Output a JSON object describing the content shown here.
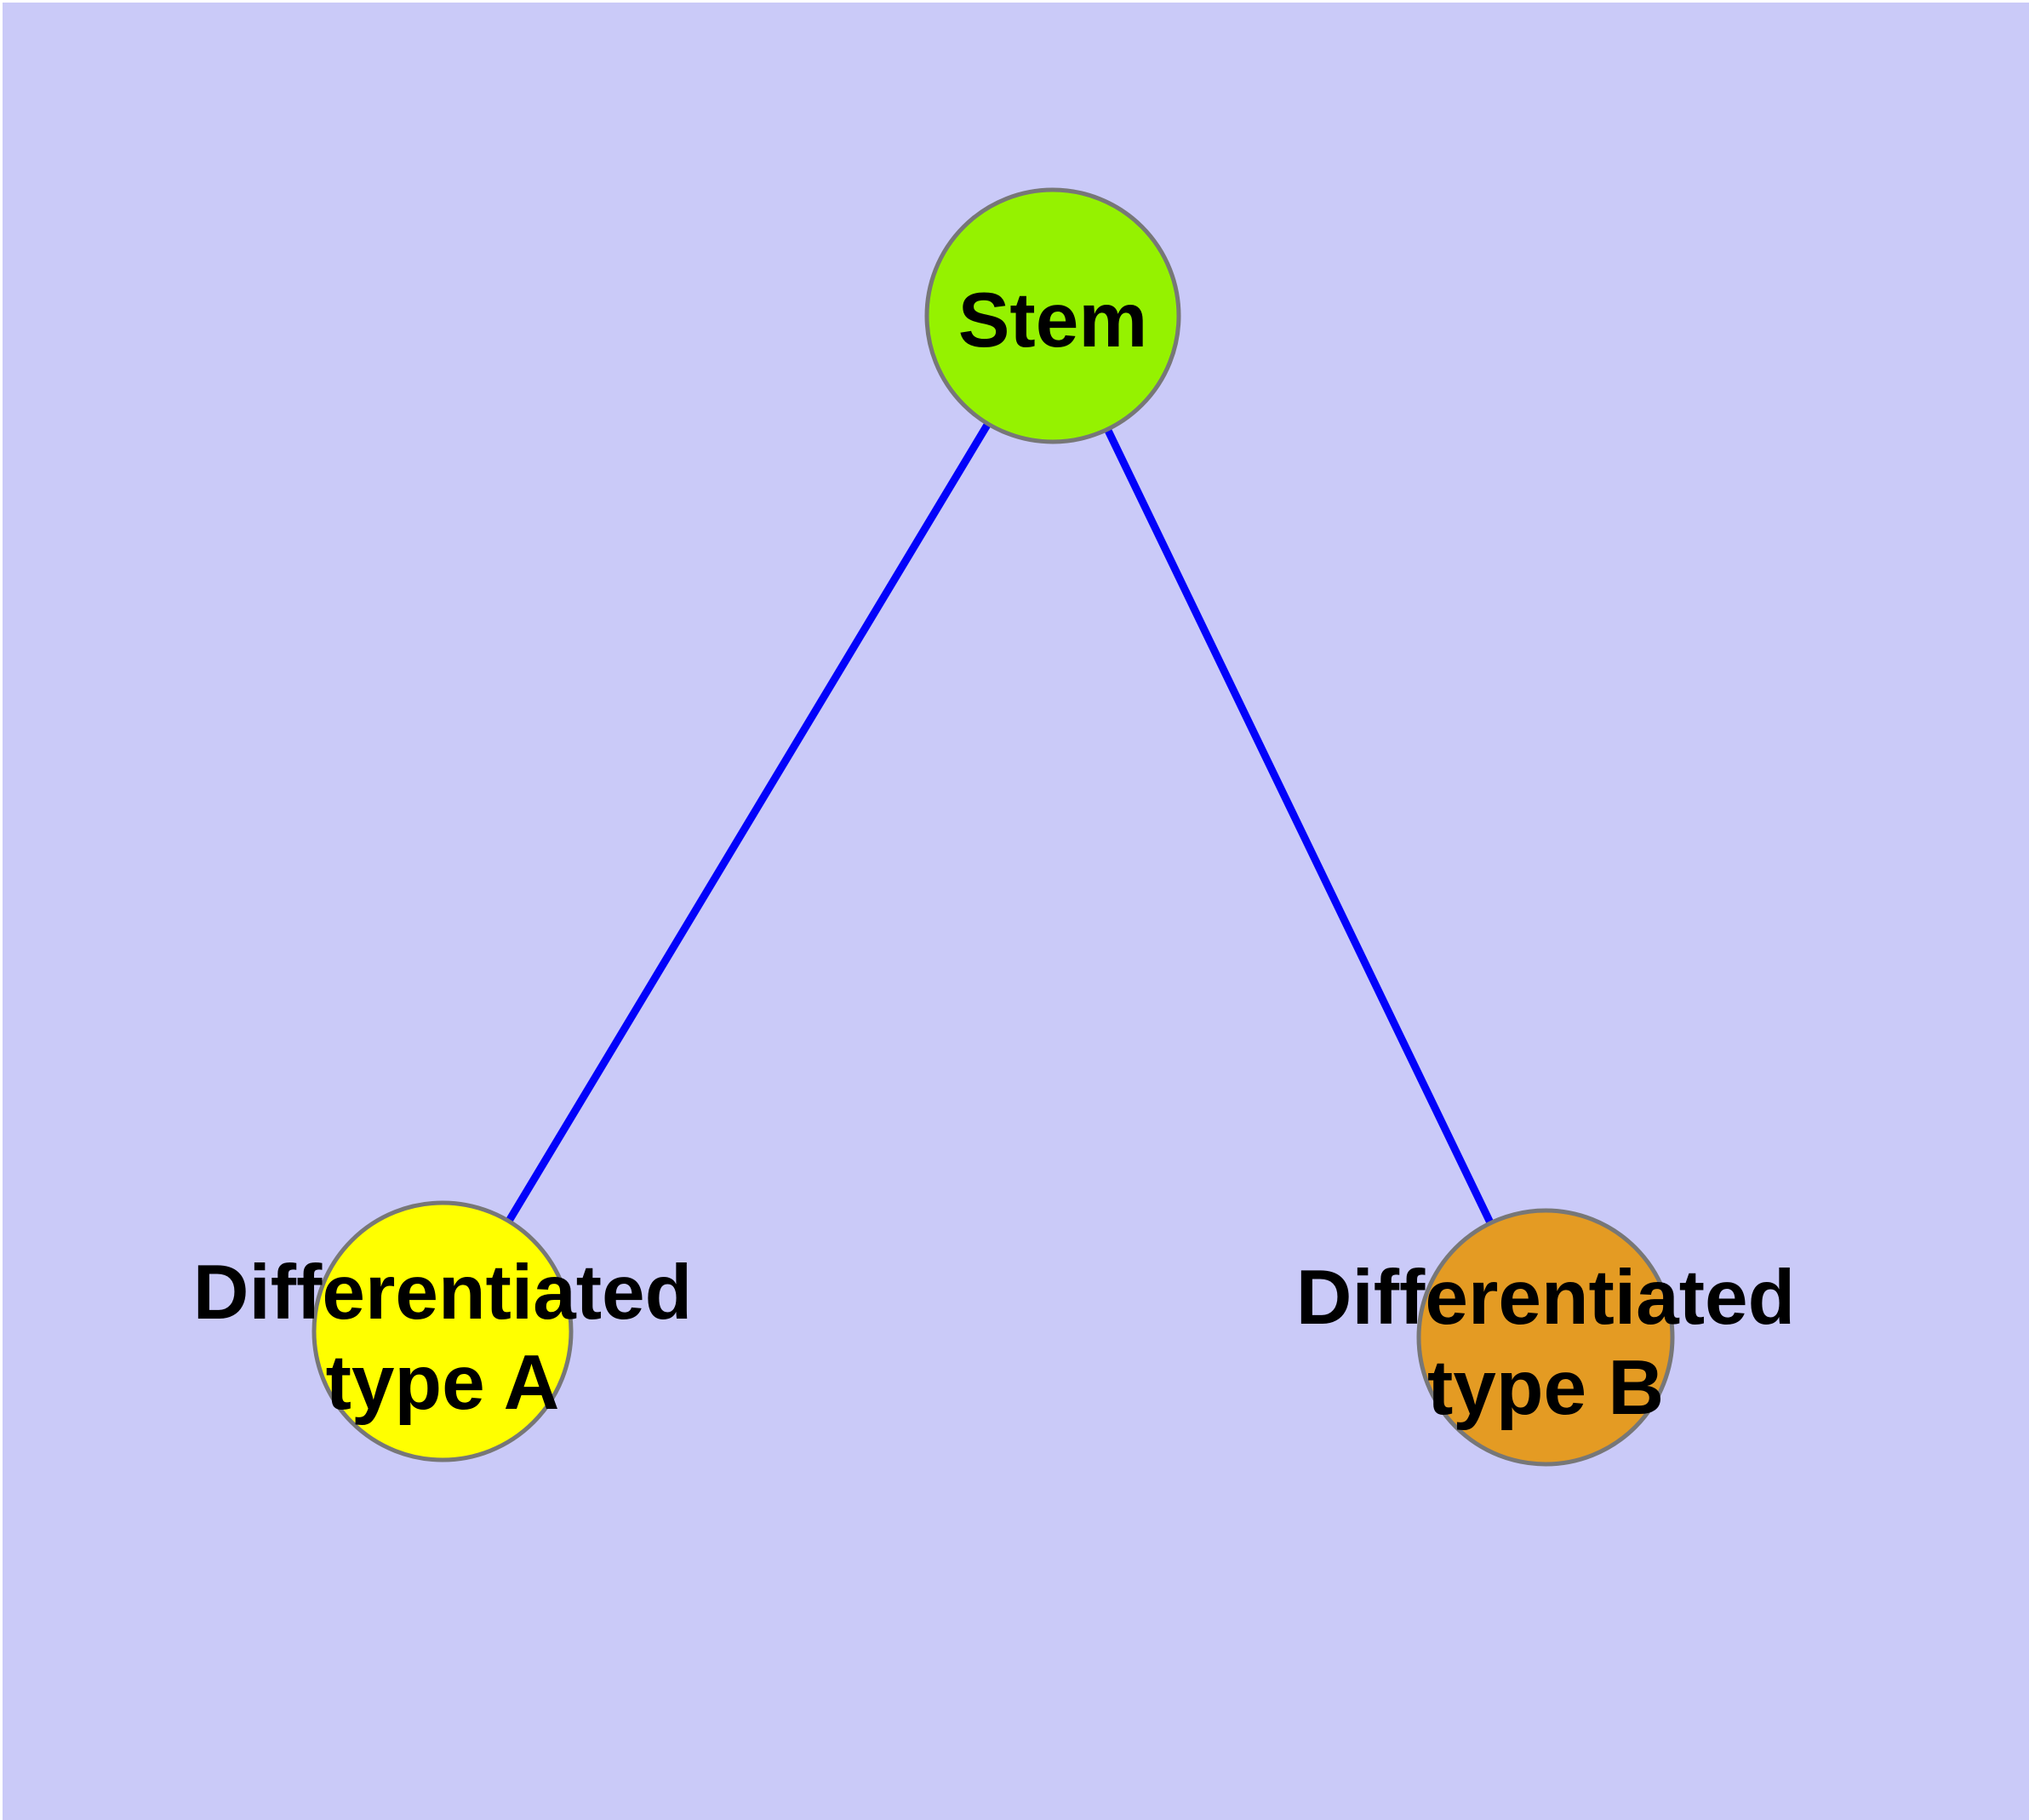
{
  "figure": {
    "background": "#ffffff",
    "panel_background": "#cacaf8"
  },
  "graph": {
    "type": "network-diagram",
    "node_border_color": "#777777",
    "edge_color": "#0202fa",
    "label_color": "#000000",
    "nodes": [
      {
        "id": "stem",
        "label": "Stem",
        "label_lines": [
          "Stem"
        ],
        "fill": "#95f200"
      },
      {
        "id": "differentiated-type-a",
        "label": "Differentiated type A",
        "label_lines": [
          "Differentiated",
          "type A"
        ],
        "fill": "#ffff00"
      },
      {
        "id": "differentiated-type-b",
        "label": "Differentiated type B",
        "label_lines": [
          "Differentiated",
          "type B"
        ],
        "fill": "#e49b23"
      }
    ],
    "edges": [
      {
        "from": "Stem",
        "to": "Differentiated type A"
      },
      {
        "from": "Stem",
        "to": "Differentiated type B"
      }
    ]
  }
}
